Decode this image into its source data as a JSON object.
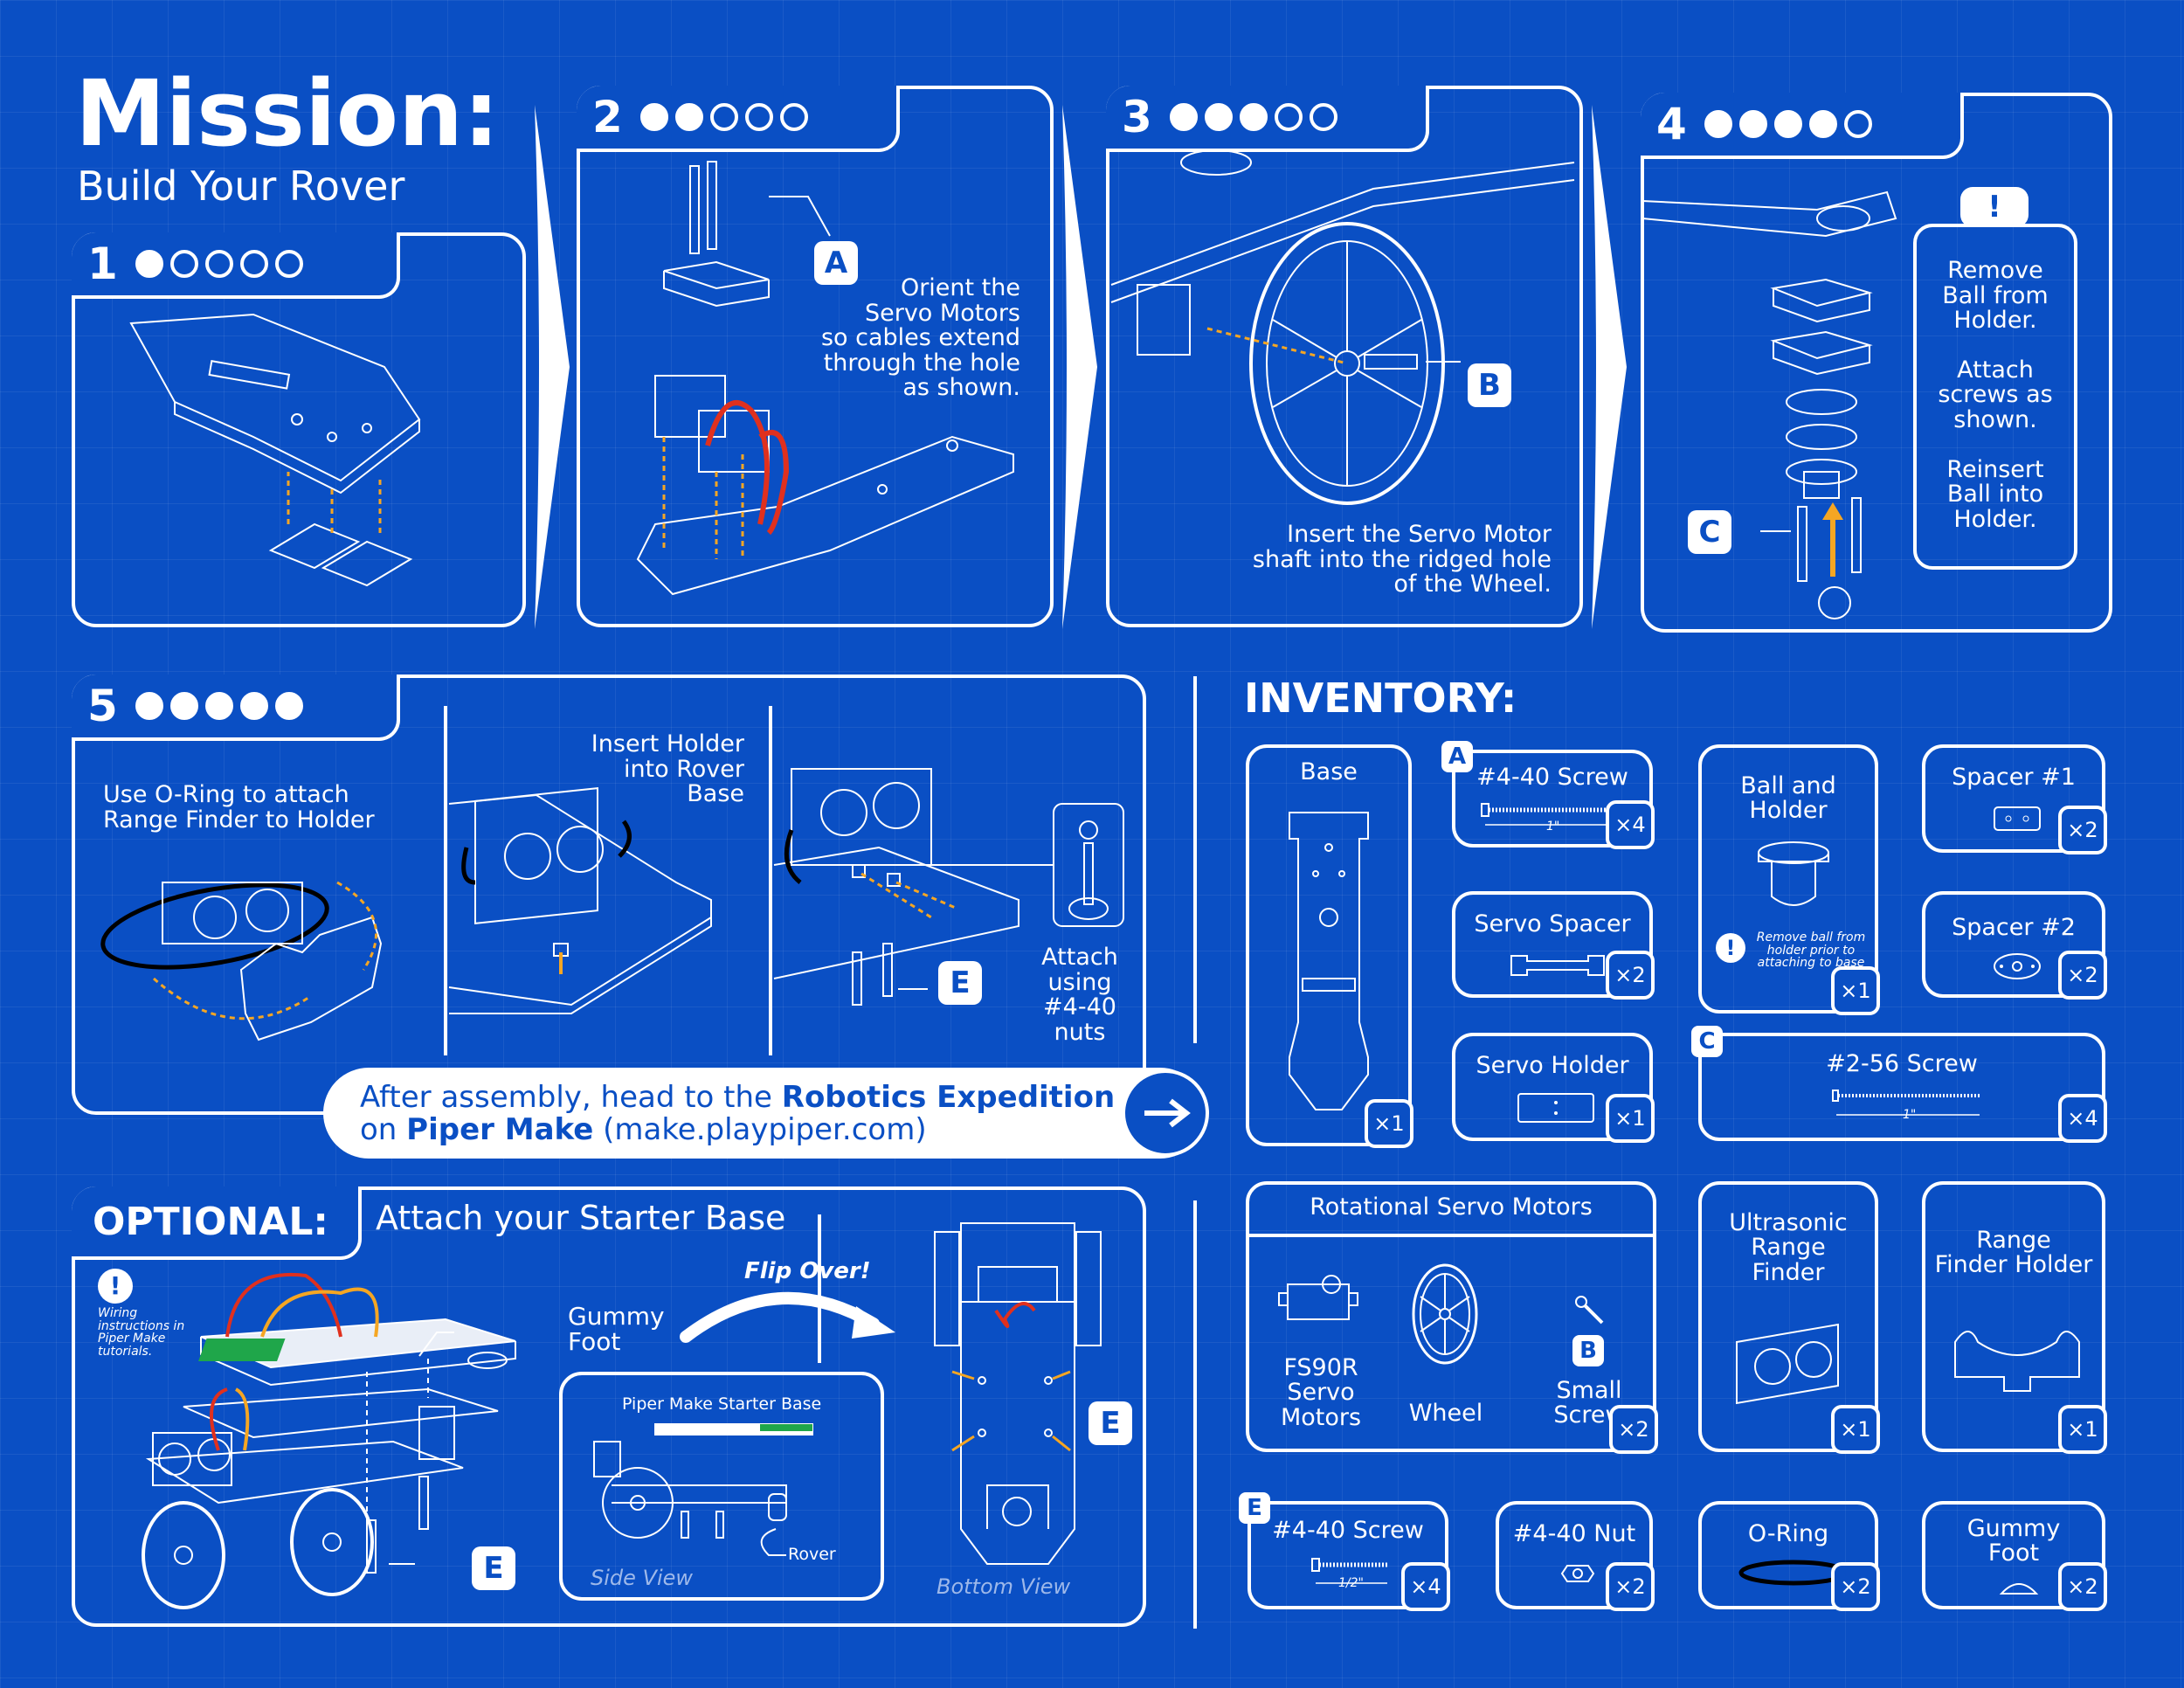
{
  "title": {
    "main": "Mission:",
    "sub": "Build Your Rover"
  },
  "steps": [
    {
      "num": "1",
      "filled": 1
    },
    {
      "num": "2",
      "filled": 2
    },
    {
      "num": "3",
      "filled": 3
    },
    {
      "num": "4",
      "filled": 4
    },
    {
      "num": "5",
      "filled": 5
    }
  ],
  "step2": {
    "label": "A",
    "text": [
      "Orient the",
      "Servo Motors",
      "so cables extend",
      "through the hole",
      "as shown."
    ]
  },
  "step3": {
    "label": "B",
    "text": [
      "Insert the Servo Motor",
      "shaft into the ridged hole",
      "of the Wheel."
    ]
  },
  "step4": {
    "label": "C",
    "alert": "!",
    "text": [
      "Remove",
      "Ball from",
      "Holder.",
      "",
      "Attach",
      "screws as",
      "shown.",
      "",
      "Reinsert",
      "Ball into",
      "Holder."
    ]
  },
  "step5": {
    "a": [
      "Use O-Ring to attach",
      "Range Finder to Holder"
    ],
    "b": [
      "Insert Holder",
      "into Rover",
      "Base"
    ],
    "c": [
      "Attach",
      "using",
      "#4-40",
      "nuts"
    ],
    "label": "E"
  },
  "cta": {
    "pre": "After assembly, head to the ",
    "bold1": "Robotics Expedition",
    "line2pre": "on ",
    "bold2": "Piper Make",
    "line2post": " (make.playpiper.com)"
  },
  "optional": {
    "heading": "OPTIONAL:",
    "sub": "Attach your Starter Base",
    "alert": "!",
    "wiring": [
      "Wiring",
      "instructions in",
      "Piper Make",
      "tutorials."
    ],
    "gummy": [
      "Gummy",
      "Foot"
    ],
    "flip": "Flip Over!",
    "starter": "Piper Make Starter Base",
    "rover": "Rover",
    "side": "Side View",
    "bottom": "Bottom View",
    "label": "E"
  },
  "inventory": {
    "heading": "INVENTORY:",
    "base": {
      "name": "Base",
      "qty": "×1"
    },
    "screw440": {
      "tag": "A",
      "name": "#4-40 Screw",
      "dim": "1\"",
      "qty": "×4"
    },
    "ball": {
      "name": [
        "Ball and",
        "Holder"
      ],
      "note": [
        "Remove ball from",
        "holder prior to",
        "attaching to base"
      ],
      "qty": "×1"
    },
    "spacer1": {
      "name": "Spacer #1",
      "qty": "×2"
    },
    "servoSpacer": {
      "name": "Servo Spacer",
      "qty": "×2"
    },
    "spacer2": {
      "name": "Spacer #2",
      "qty": "×2"
    },
    "servoHolder": {
      "name": "Servo Holder",
      "qty": "×1"
    },
    "screw256": {
      "tag": "C",
      "name": "#2-56 Screw",
      "dim": "1\"",
      "qty": "×4"
    },
    "motors": {
      "name": "Rotational Servo Motors",
      "servo": [
        "FS90R",
        "Servo",
        "Motors"
      ],
      "wheel": "Wheel",
      "screwTag": "B",
      "screw": [
        "Small",
        "Screw"
      ],
      "qty": "×2"
    },
    "ultrasonic": {
      "name": [
        "Ultrasonic",
        "Range",
        "Finder"
      ],
      "qty": "×1"
    },
    "rangeHolder": {
      "name": [
        "Range",
        "Finder Holder"
      ],
      "qty": "×1"
    },
    "screwE": {
      "tag": "E",
      "name": "#4-40 Screw",
      "dim": "1/2\"",
      "qty": "×4"
    },
    "nut": {
      "name": "#4-40 Nut",
      "qty": "×2"
    },
    "oring": {
      "name": "O-Ring",
      "qty": "×2"
    },
    "gummy": {
      "name": [
        "Gummy",
        "Foot"
      ],
      "qty": "×2"
    }
  },
  "colors": {
    "background": "#0a4fc4",
    "line": "#ffffff",
    "accent": "#f5a623",
    "cable": "#e0301e",
    "board": "#1fa64a"
  }
}
